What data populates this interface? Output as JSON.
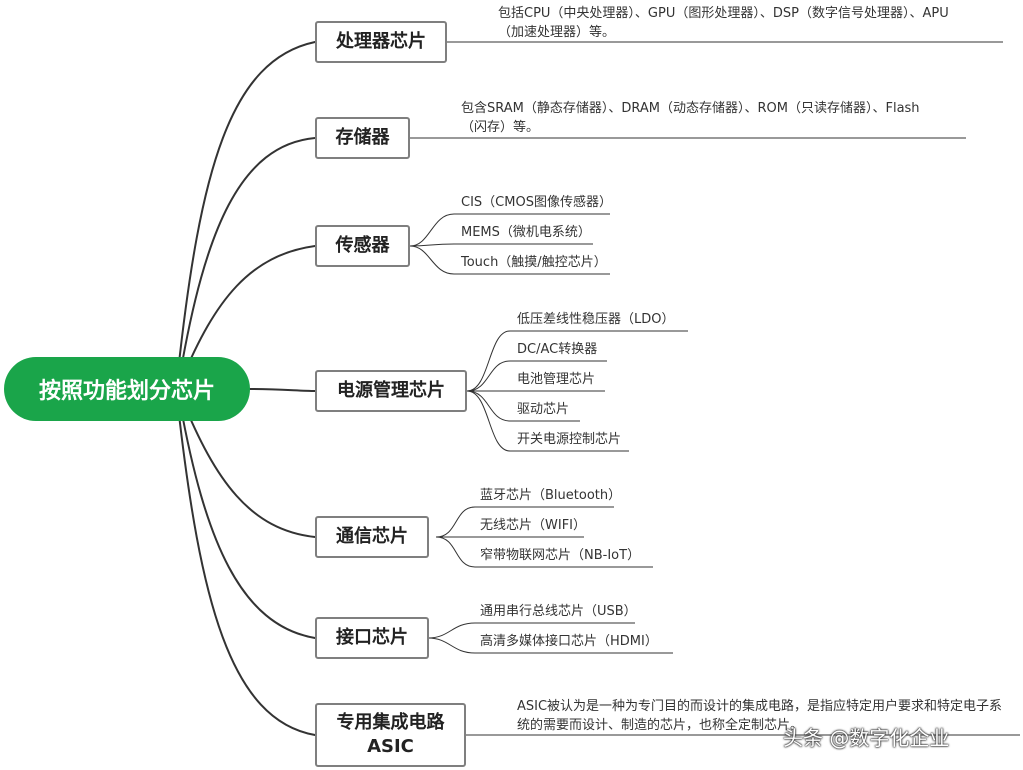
{
  "root": {
    "label": "按照功能划分芯片"
  },
  "branches": [
    {
      "label": "处理器芯片",
      "description": "包括CPU（中央处理器）、GPU（图形处理器）、DSP（数字信号处理器）、APU（加速处理器）等。"
    },
    {
      "label": "存储器",
      "description": "包含SRAM（静态存储器）、DRAM（动态存储器）、ROM（只读存储器）、Flash（闪存）等。"
    },
    {
      "label": "传感器",
      "items": [
        "CIS（CMOS图像传感器）",
        "MEMS（微机电系统）",
        "Touch（触摸/触控芯片）"
      ]
    },
    {
      "label": "电源管理芯片",
      "items": [
        "低压差线性稳压器（LDO）",
        "DC/AC转换器",
        "电池管理芯片",
        "驱动芯片",
        "开关电源控制芯片"
      ]
    },
    {
      "label": "通信芯片",
      "items": [
        "蓝牙芯片（Bluetooth）",
        "无线芯片（WIFI）",
        "窄带物联网芯片（NB-IoT）"
      ]
    },
    {
      "label": "接口芯片",
      "items": [
        "通用串行总线芯片（USB）",
        "高清多媒体接口芯片（HDMI）"
      ]
    },
    {
      "label": "专用集成电路ASIC",
      "label_line1": "专用集成电路",
      "label_line2": "ASIC",
      "description": "ASIC被认为是一种为专门目的而设计的集成电路，是指应特定用户要求和特定电子系统的需要而设计、制造的芯片，也称全定制芯片。"
    }
  ],
  "watermark": "头条 @数字化企业",
  "colors": {
    "root_fill": "#1aa54a",
    "line": "#333333",
    "branch_border": "#7f7f7f"
  }
}
